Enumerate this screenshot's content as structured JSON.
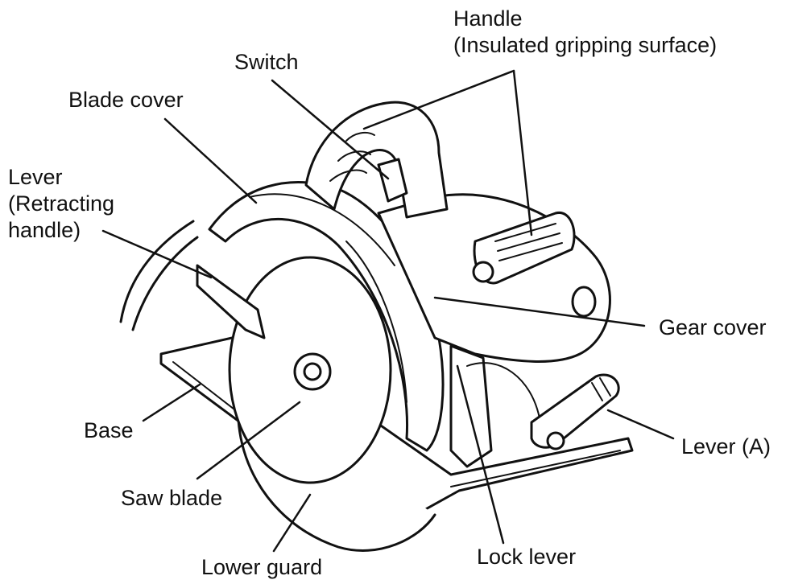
{
  "labels": {
    "handle_line1": "Handle",
    "handle_line2": "(Insulated gripping surface)",
    "switch": "Switch",
    "blade_cover": "Blade cover",
    "lever_line1": "Lever",
    "lever_line2": "(Retracting",
    "lever_line3": "handle)",
    "gear_cover": "Gear cover",
    "base": "Base",
    "lever_a": "Lever (A)",
    "saw_blade": "Saw blade",
    "lower_guard": "Lower guard",
    "lock_lever": "Lock lever"
  }
}
